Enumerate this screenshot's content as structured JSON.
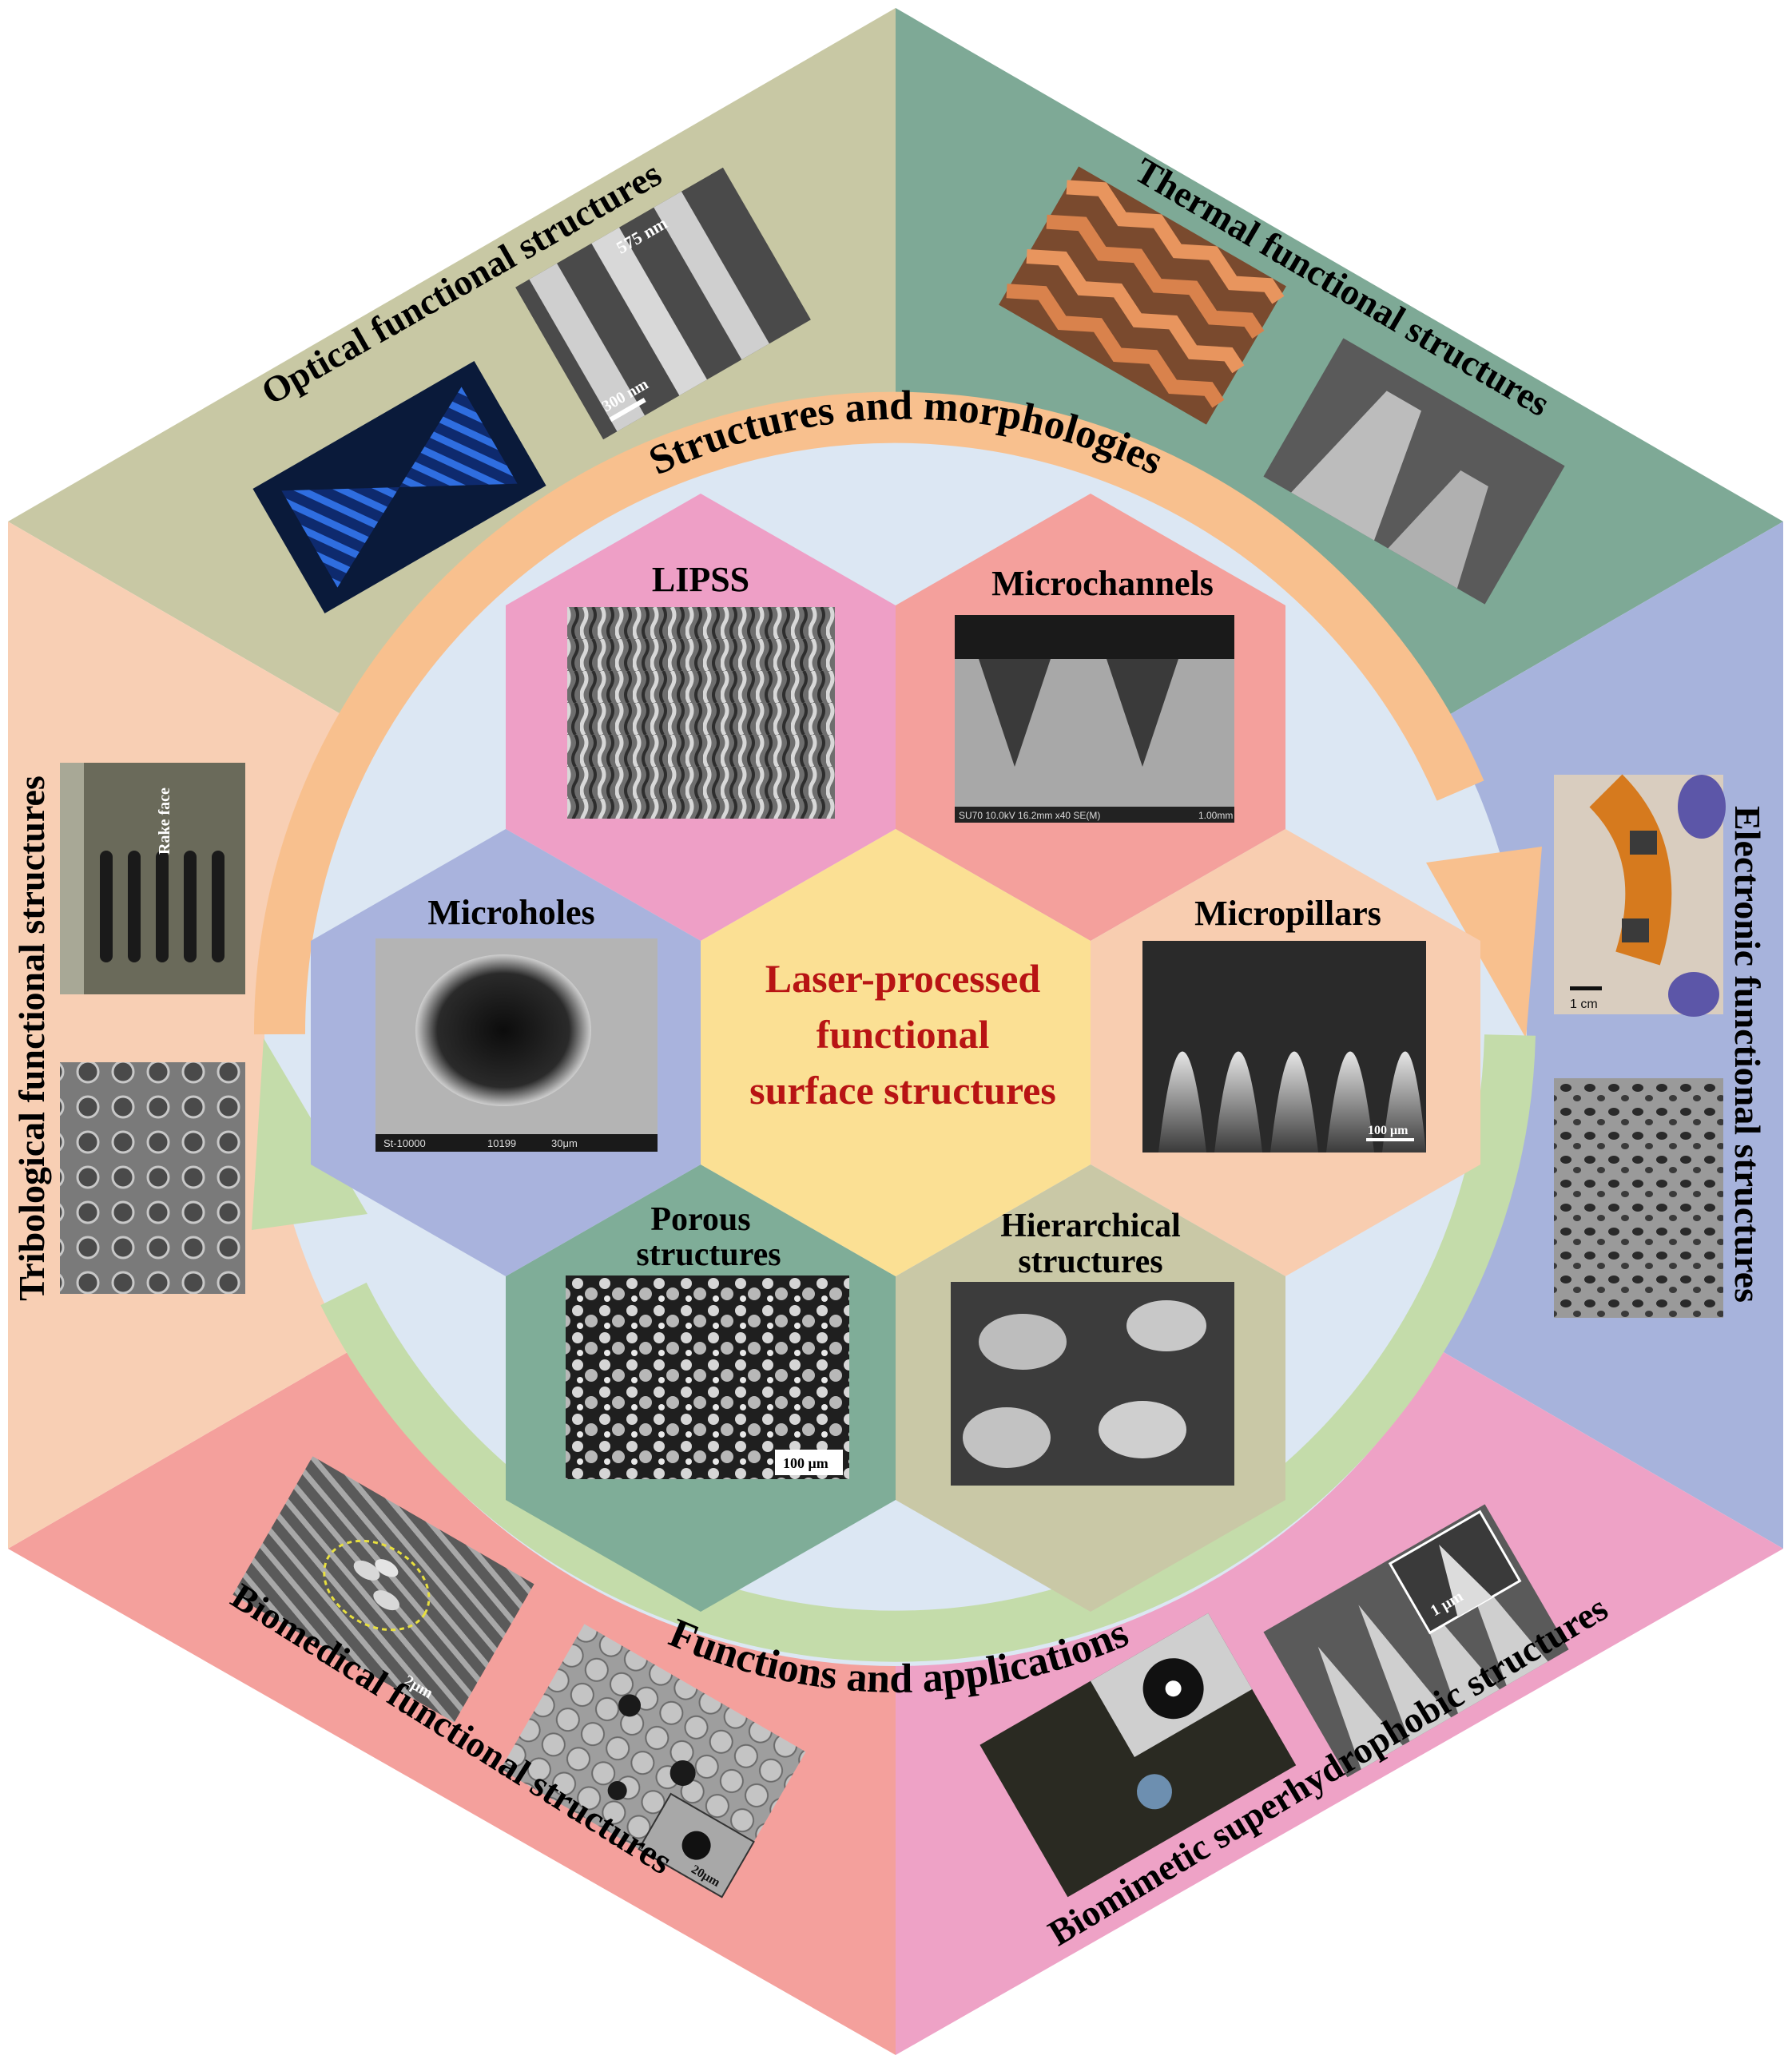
{
  "center": {
    "title_lines": [
      "Laser-processed",
      "functional",
      "surface structures"
    ],
    "title_color": "#b81414"
  },
  "ring_labels": {
    "top": "Structures and morphologies",
    "bottom": "Functions and applications"
  },
  "inner_structures": [
    {
      "lines": [
        "LIPSS"
      ],
      "color": "#ee9fc6",
      "icon": "lipss-sem-image"
    },
    {
      "lines": [
        "Microchannels"
      ],
      "color": "#f4a09c",
      "icon": "microchannels-sem-image"
    },
    {
      "lines": [
        "Micropillars"
      ],
      "color": "#f8cdb0",
      "icon": "micropillars-sem-image"
    },
    {
      "lines": [
        "Hierarchical",
        "structures"
      ],
      "color": "#c9c8a6",
      "icon": "hierarchical-sem-image"
    },
    {
      "lines": [
        "Porous",
        "structures"
      ],
      "color": "#7fad98",
      "icon": "porous-sem-image"
    },
    {
      "lines": [
        "Microholes"
      ],
      "color": "#a9b3dd",
      "icon": "microhole-sem-image"
    }
  ],
  "sectors": [
    {
      "label": "Optical functional structures",
      "color": "#c8c8a4",
      "scale_labels": [
        "575 nm",
        "300 nm"
      ]
    },
    {
      "label": "Thermal functional structures",
      "color": "#7ea996",
      "scale_labels": []
    },
    {
      "label": "Electronic functional structures",
      "color": "#a7b3dc",
      "scale_labels": [
        "1 cm"
      ]
    },
    {
      "label": "Biomimetic superhydrophobic structures",
      "color": "#eea2c6",
      "scale_labels": [
        "1 μm"
      ]
    },
    {
      "label": "Biomedical functional structures",
      "color": "#f4a09c",
      "scale_labels": [
        "2μm",
        "20μm"
      ]
    },
    {
      "label": "Tribological functional structures",
      "color": "#f8cfb4",
      "scale_labels": [
        "Rake face"
      ]
    }
  ],
  "image_captions": {
    "microchannels_footer": "SU70 10.0kV 16.2mm x40 SE(M)",
    "microchannels_scale": "1.00mm",
    "micropillars_scale": "100 μm",
    "porous_scale": "100 μm",
    "microholes_footer_left": "St-10000",
    "microholes_footer_mid": "10199",
    "microholes_footer_right": "30μm"
  },
  "colors": {
    "inner_circle": "#dce7f3",
    "ring_top": "#f8c08e",
    "ring_bottom": "#c4dcaa",
    "center_hex": "#fbe094"
  }
}
